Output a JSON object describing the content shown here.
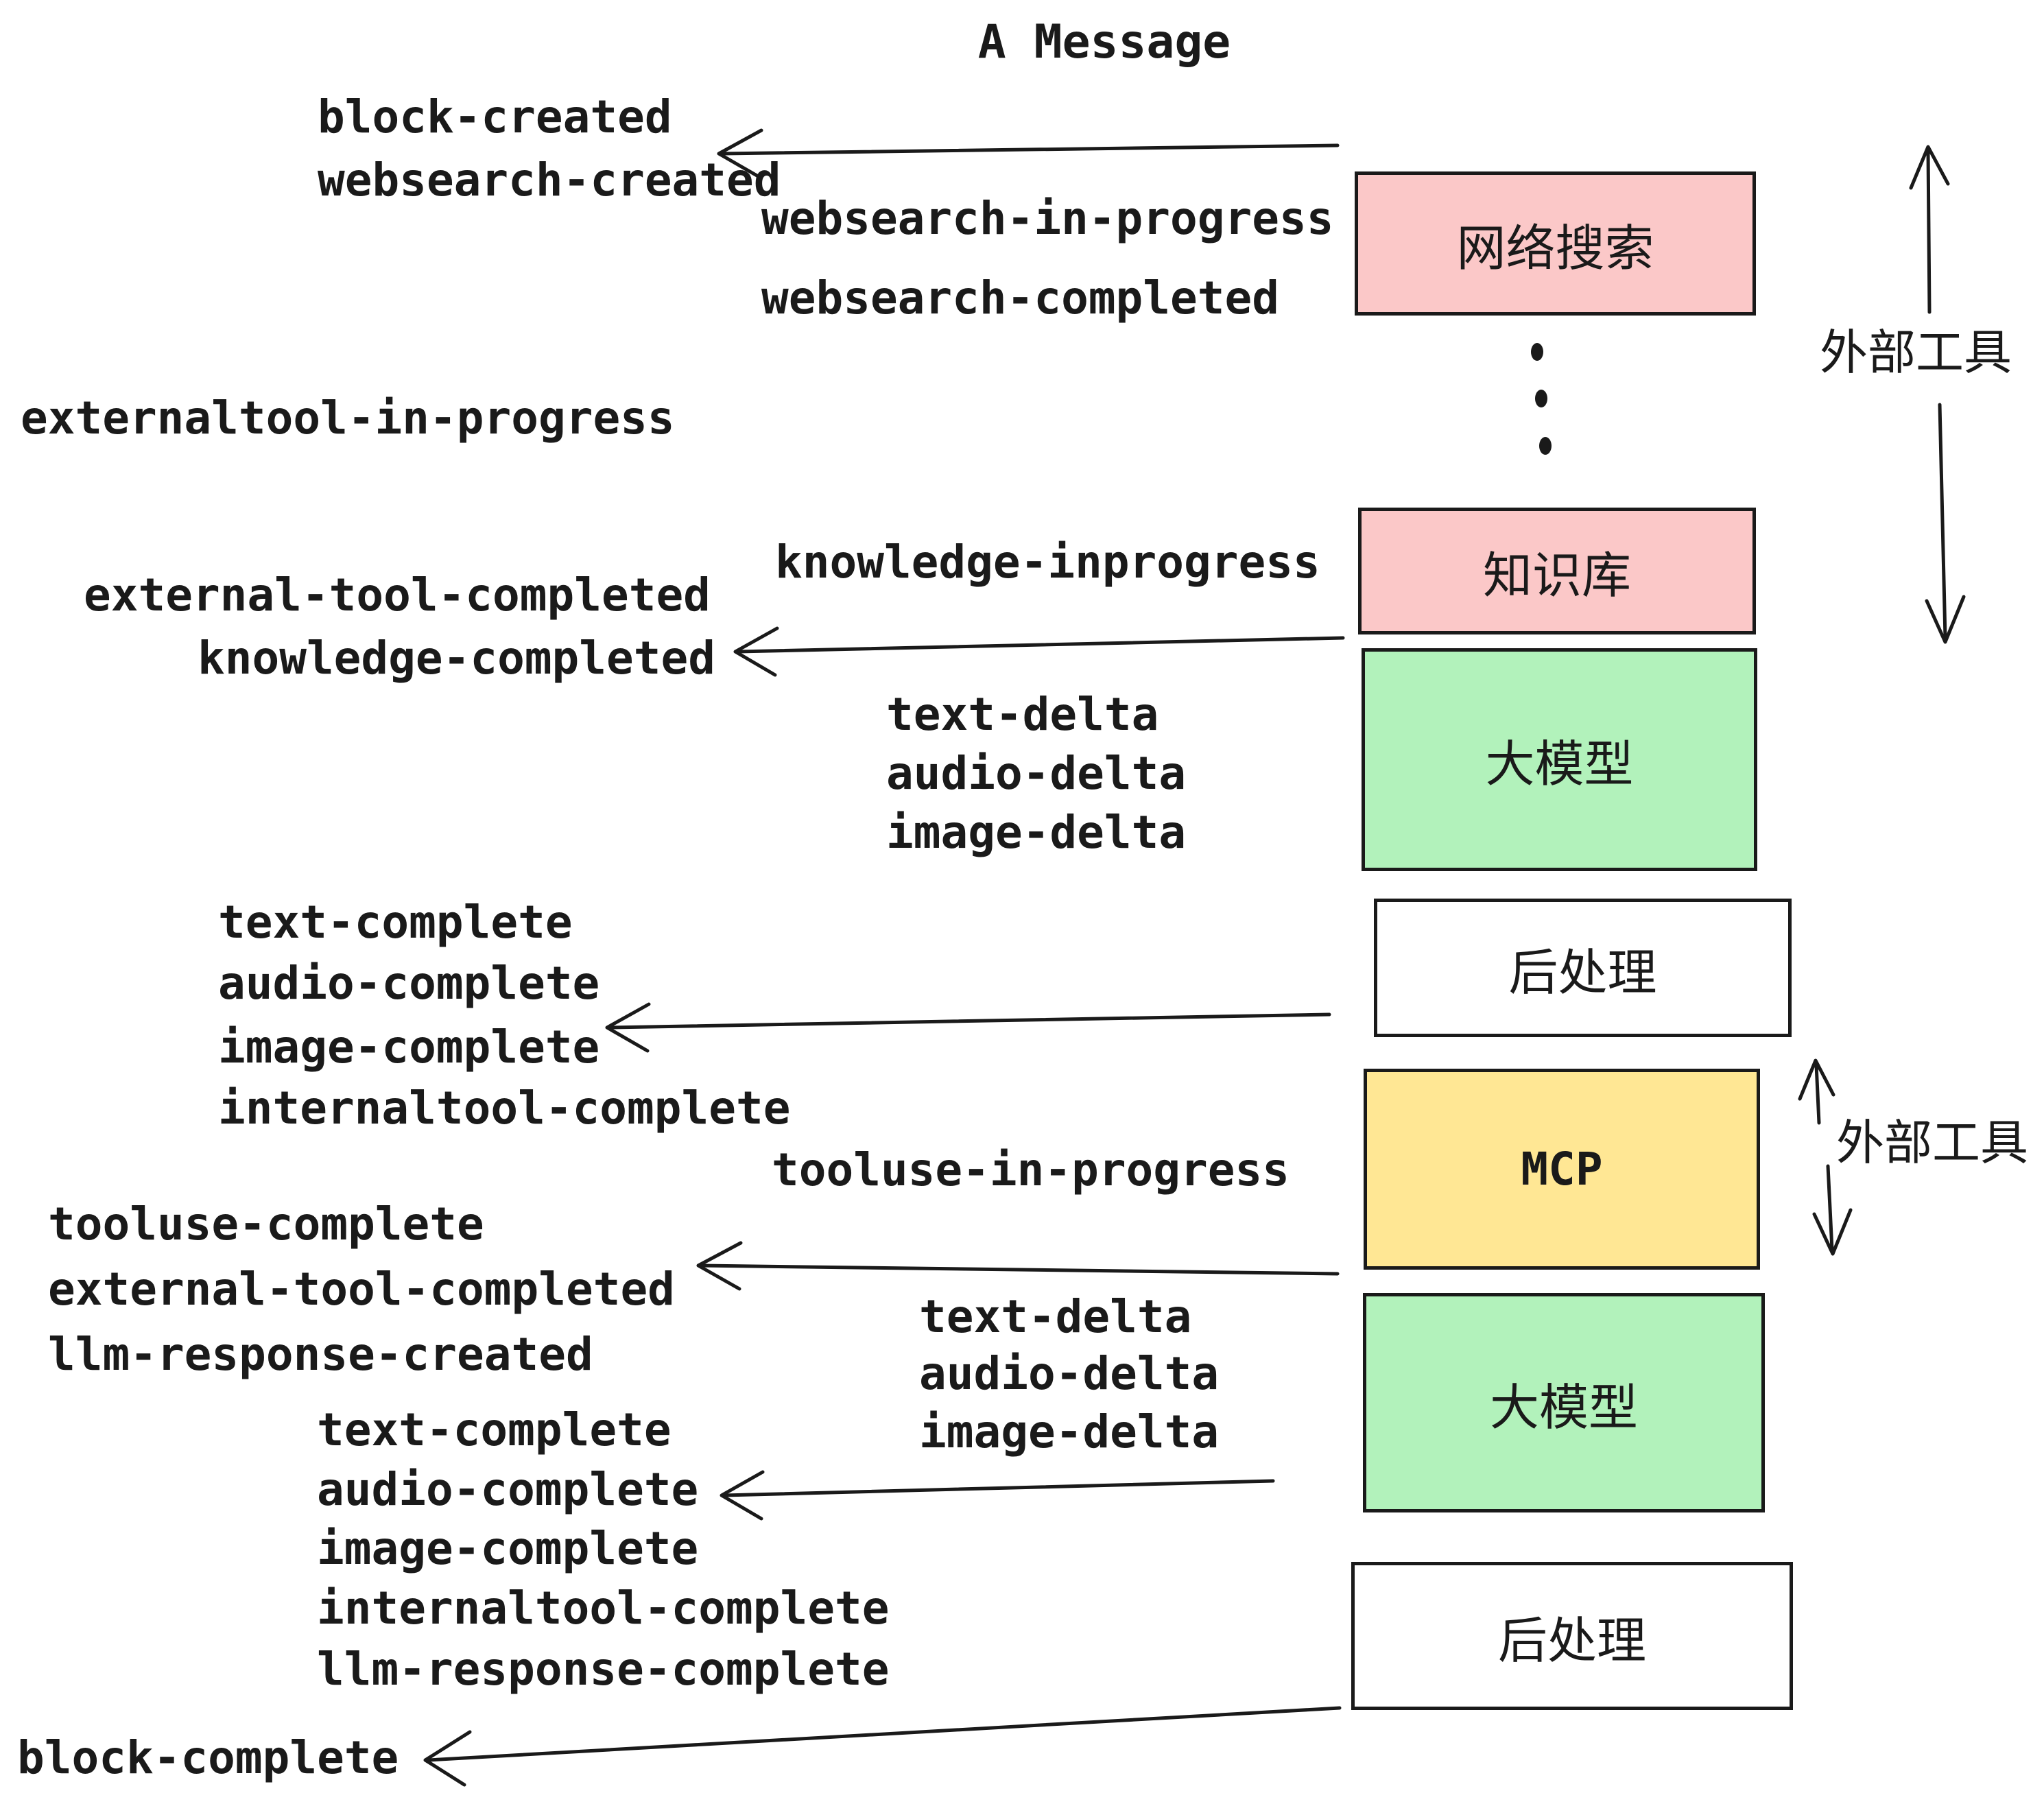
{
  "title": "A Message",
  "colors": {
    "ink": "#1a1a1a",
    "paper": "#ffffff",
    "pink": "#fbc8c8",
    "green": "#b2f2bb",
    "yellow": "#ffe794"
  },
  "boxes": [
    {
      "id": "websearch",
      "label": "网络搜索"
    },
    {
      "id": "knowledge",
      "label": "知识库"
    },
    {
      "id": "llm-1",
      "label": "大模型"
    },
    {
      "id": "postprocess-1",
      "label": "后处理"
    },
    {
      "id": "mcp",
      "label": "MCP"
    },
    {
      "id": "llm-2",
      "label": "大模型"
    },
    {
      "id": "postprocess-2",
      "label": "后处理"
    }
  ],
  "side_labels": {
    "external_tool_top": "外部工具",
    "external_tool_bottom": "外部工具"
  },
  "events": {
    "block_created": "block-created",
    "websearch_created": "websearch-created",
    "websearch_in_progress": "websearch-in-progress",
    "websearch_completed": "websearch-completed",
    "externaltool_in_progress": "externaltool-in-progress",
    "external_tool_completed_1": "external-tool-completed",
    "knowledge_inprogress": "knowledge-inprogress",
    "knowledge_completed": "knowledge-completed",
    "text_delta_1": "text-delta",
    "audio_delta_1": "audio-delta",
    "image_delta_1": "image-delta",
    "text_complete_1": "text-complete",
    "audio_complete_1": "audio-complete",
    "image_complete_1": "image-complete",
    "internaltool_complete_1": "internaltool-complete",
    "tooluse_in_progress": "tooluse-in-progress",
    "tooluse_complete": "tooluse-complete",
    "external_tool_completed_2": "external-tool-completed",
    "llm_response_created": "llm-response-created",
    "text_delta_2": "text-delta",
    "audio_delta_2": "audio-delta",
    "image_delta_2": "image-delta",
    "text_complete_2": "text-complete",
    "audio_complete_2": "audio-complete",
    "image_complete_2": "image-complete",
    "internaltool_complete_2": "internaltool-complete",
    "llm_response_complete": "llm-response-complete",
    "block_complete": "block-complete"
  }
}
